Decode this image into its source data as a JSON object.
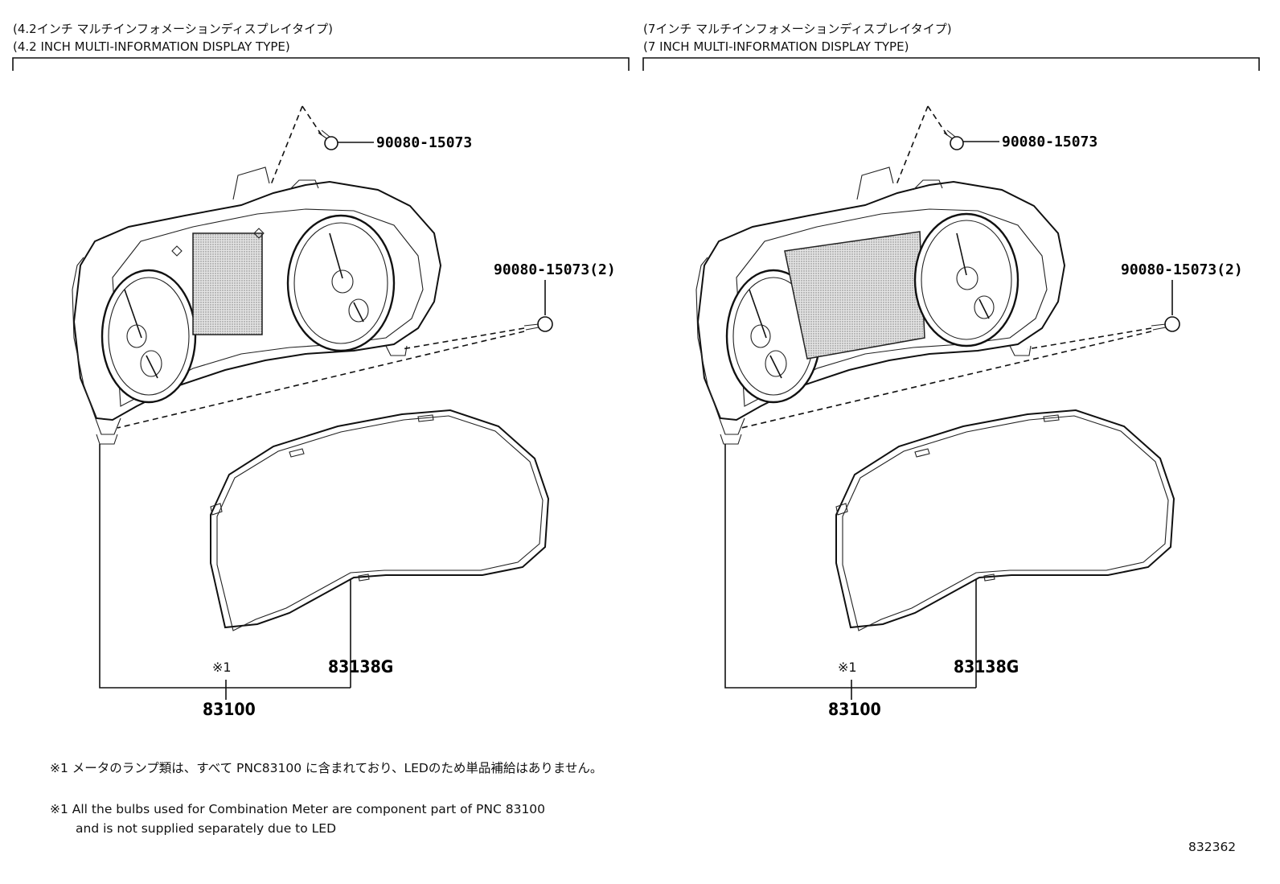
{
  "left_panel": {
    "title_jp": "(4.2インチ マルチインフォメーションディスプレイタイプ)",
    "title_en": "(4.2 INCH MULTI-INFORMATION DISPLAY TYPE)",
    "screw_top_label": "90080-15073",
    "screw_side_label": "90080-15073(2)",
    "lens_label": "83138G",
    "note_ref": "※1",
    "assembly_label": "83100"
  },
  "right_panel": {
    "title_jp": "(7インチ マルチインフォメーションディスプレイタイプ)",
    "title_en": "(7 INCH MULTI-INFORMATION DISPLAY TYPE)",
    "screw_top_label": "90080-15073",
    "screw_side_label": "90080-15073(2)",
    "lens_label": "83138G",
    "note_ref": "※1",
    "assembly_label": "83100"
  },
  "footnotes": {
    "jp": "※1 メータのランプ類は、すべて PNC83100 に含まれており、LEDのため単品補給はありません。",
    "en_line1": "※1 All the bulbs used for Combination Meter are component part of PNC 83100",
    "en_line2": "and is not supplied separately due to LED"
  },
  "illustration_number": "832362",
  "colors": {
    "line": "#111111",
    "screen_fill": "#cfcfcf",
    "background": "#ffffff"
  }
}
